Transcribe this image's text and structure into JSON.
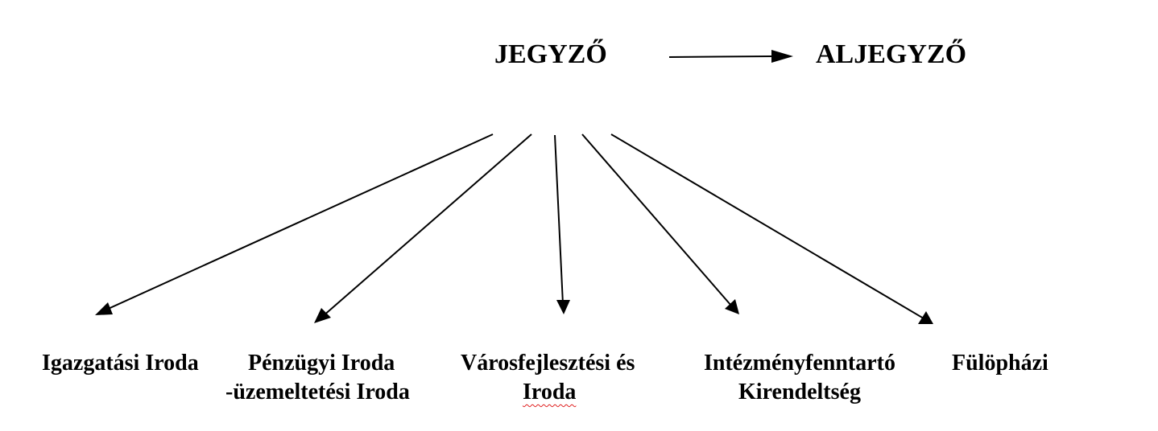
{
  "top": {
    "left_title": "JEGYZŐ",
    "right_title": "ALJEGYZŐ"
  },
  "units": [
    {
      "line1": "Igazgatási Iroda",
      "line2": ""
    },
    {
      "line1": "Pénzügyi Iroda",
      "line2": "-üzemeltetési Iroda"
    },
    {
      "line1": "Városfejlesztési és",
      "line2": "Iroda"
    },
    {
      "line1": "Intézményfenntartó",
      "line2": "Kirendeltség"
    },
    {
      "line1": "Fülöpházi",
      "line2": ""
    }
  ],
  "colors": {
    "line": "#000000",
    "spellcheck": "#e02020"
  }
}
